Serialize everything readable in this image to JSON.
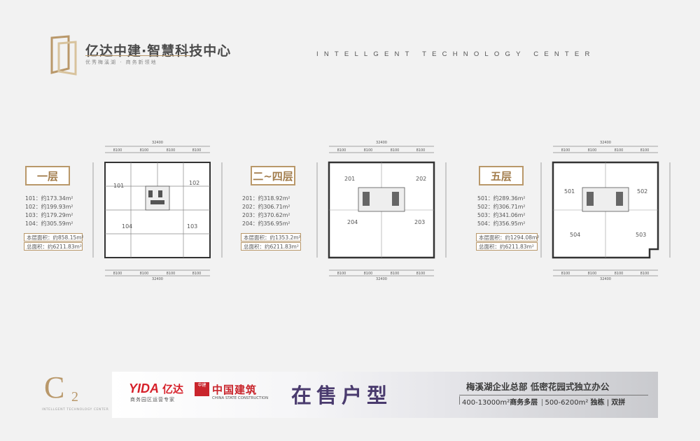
{
  "header": {
    "brand_title": "亿达中建·智慧科技中心",
    "brand_sub": "优秀梅溪湖 · 商务新领地",
    "en_title": "INTELLGENT TECHNOLOGY CENTER"
  },
  "colors": {
    "accent_gold": "#b9986a",
    "purple_title": "#4a3b6e",
    "brand_red": "#d6202a"
  },
  "floors": [
    {
      "tag": "一层",
      "units": [
        "101",
        "102",
        "103",
        "104"
      ],
      "areas": [
        "101：约173.34m²",
        "102：约199.93m²",
        "103：约179.29m²",
        "104：约305.59m²"
      ],
      "floor_total": "本层面积：约858.15m²",
      "total": "总面积：约6211.83m²"
    },
    {
      "tag": "二~四层",
      "units": [
        "201",
        "202",
        "203",
        "204"
      ],
      "areas": [
        "201：约318.92m²",
        "202：约306.71m²",
        "203：约370.62m²",
        "204：约356.95m²"
      ],
      "floor_total": "本层面积：约1353.2m²",
      "total": "总面积：约6211.83m²"
    },
    {
      "tag": "五层",
      "units": [
        "501",
        "502",
        "503",
        "504"
      ],
      "areas": [
        "501：约289.36m²",
        "502：约306.71m²",
        "503：约341.06m²",
        "504：约356.95m²"
      ],
      "floor_total": "本层面积：约1294.08m²",
      "total": "总面积：约6211.83m²"
    }
  ],
  "dims": {
    "overall": "32400",
    "bay": "8100"
  },
  "footer": {
    "c2_letter": "C",
    "c2_num": "2",
    "c2_sub": "INTELLGENT TECHNOLOGY CENTER",
    "yida_logo": "YIDA",
    "yida_cn": "亿达",
    "yida_sub": "商务园区运营专家",
    "cscec_cn": "中国建筑",
    "cscec_en": "CHINA STATE CONSTRUCTION",
    "cscec_icon": "中建",
    "sale_title": "在售户型",
    "tagline": "梅溪湖企业总部  低密花园式独立办公",
    "line2_a": "400-13000m²",
    "line2_b": "商务多层",
    "line2_c": "500-6200m²",
    "line2_d": "独栋",
    "line2_e": "双拼"
  }
}
